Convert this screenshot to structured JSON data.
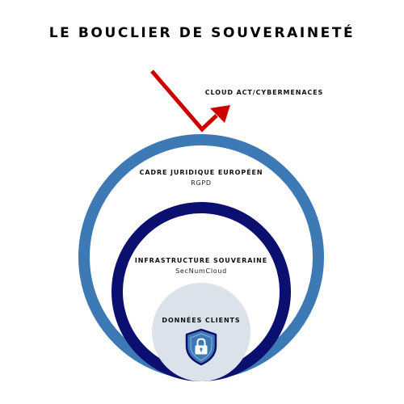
{
  "title": "LE BOUCLIER DE SOUVERAINETÉ",
  "threat": {
    "label": "CLOUD ACT/CYBERMENACES"
  },
  "layers": [
    {
      "title": "CADRE JURIDIQUE EUROPÉEN",
      "subtitle": "RGPD",
      "color": "#3D7AB5"
    },
    {
      "title": "INFRASTRUCTURE SOUVERAINE",
      "subtitle": "SecNumCloud",
      "color": "#0A0F70"
    },
    {
      "title": "DONNÉES CLIENTS",
      "color": "#DCE2EA"
    }
  ],
  "colors": {
    "threat_arrow": "#CC0000",
    "shield_fill": "#3D7AB5",
    "shield_stroke": "#0A0F70"
  },
  "icons": {
    "threat": "arrow-bounce-icon",
    "core": "shield-lock-icon"
  }
}
